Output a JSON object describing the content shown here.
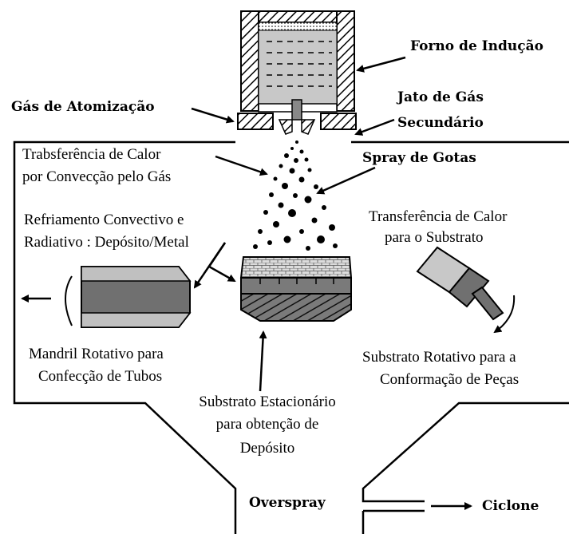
{
  "labels": {
    "forno": "Forno de Indução",
    "gas_atomizacao": "Gás de Atomização",
    "jato_l1": "Jato de Gás",
    "jato_l2": "Secundário",
    "spray": "Spray de Gotas",
    "overspray": "Overspray",
    "ciclone": "Ciclone",
    "trans_conv_l1": "Trabsferência de Calor",
    "trans_conv_l2": "por Convecção pelo Gás",
    "refri_l1": "Refriamento Convectivo e",
    "refri_l2": "Radiativo : Depósito/Metal",
    "trans_sub_l1": "Transferência de Calor",
    "trans_sub_l2": "para o Substrato",
    "mandril_l1": "Mandril Rotativo para",
    "mandril_l2": "Confecção de Tubos",
    "sub_rot_l1": "Substrato Rotativo para a",
    "sub_rot_l2": "Conformação de Peças",
    "sub_est_l1": "Substrato Estacionário",
    "sub_est_l2": "para obtenção de",
    "sub_est_l3": "Depósito"
  },
  "colors": {
    "line": "#000000",
    "melt": "#c8c8c8",
    "deposit_top": "#d8d8d8",
    "deposit_mid": "#7a7a7a",
    "tube_light": "#c0c0c0",
    "tube_dark": "#707070",
    "substrate_cap": "#c8c8c8",
    "substrate_body": "#707070"
  }
}
